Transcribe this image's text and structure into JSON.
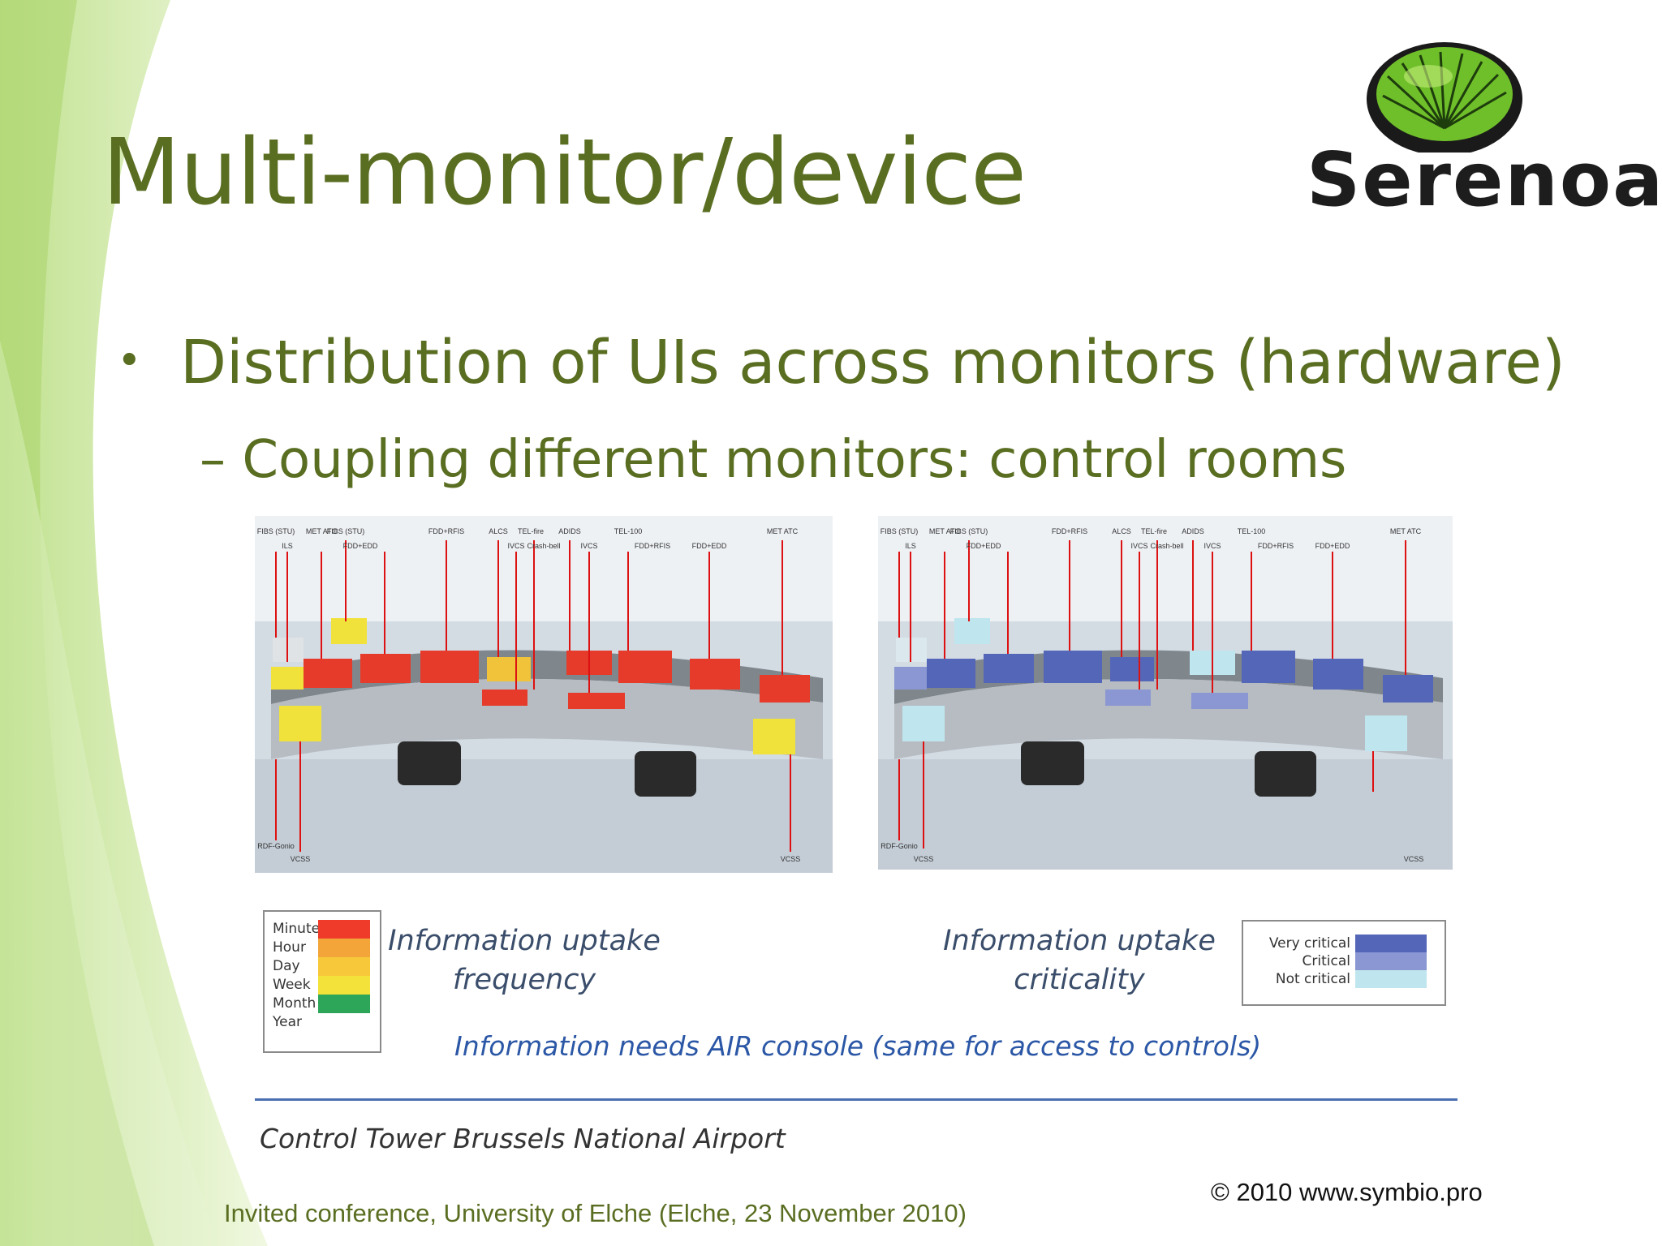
{
  "slide": {
    "title": "Multi-monitor/device",
    "bullet_1": "Distribution of UIs across monitors (hardware)",
    "bullet_2": "Coupling different monitors: control rooms"
  },
  "logo": {
    "text": "Serenoa"
  },
  "figure": {
    "legend_frequency": {
      "items": [
        {
          "label": "Minute",
          "color": "#ee3b2a"
        },
        {
          "label": "Hour",
          "color": "#f3a53a"
        },
        {
          "label": "Day",
          "color": "#f7c93a"
        },
        {
          "label": "Week",
          "color": "#f3e23a"
        },
        {
          "label": "Month",
          "color": "#2ea65a"
        },
        {
          "label": "Year",
          "color": "#ffffff"
        }
      ],
      "caption_line1": "Information uptake",
      "caption_line2": "frequency"
    },
    "legend_criticality": {
      "items": [
        {
          "label": "Very critical",
          "color": "#5466b8"
        },
        {
          "label": "Critical",
          "color": "#8a97d2"
        },
        {
          "label": "Not critical",
          "color": "#bfe6ee"
        }
      ],
      "caption_line1": "Information uptake",
      "caption_line2": "criticality"
    },
    "caption_needs": "Information needs  AIR console (same for access to controls)",
    "caption_tower": "Control Tower Brussels National Airport",
    "panel_labels_top": [
      "FIBS (STU)",
      "ILS",
      "MET ATC",
      "FIBS (STU)",
      "FDD+EDD",
      "FDD+RFIS",
      "ALCS",
      "IVCS",
      "TEL-fire",
      "Crash-bell",
      "ADIDS",
      "IVCS",
      "TEL-100",
      "FDD+RFIS",
      "FDD+EDD",
      "MET ATC"
    ],
    "panel_labels_bottom": [
      "RDF-Gonio",
      "VCSS",
      "VCSS"
    ]
  },
  "footer": {
    "left": "Invited conference, University of Elche (Elche, 23 November 2010)",
    "right": "© 2010 www.symbio.pro"
  },
  "colors": {
    "title_green": "#5a6e22",
    "swoosh_light": "#d7ebb0",
    "swoosh_dark": "#a9d36a",
    "caption_blue": "#2b57a6",
    "rule_blue": "#4a6fb0"
  }
}
